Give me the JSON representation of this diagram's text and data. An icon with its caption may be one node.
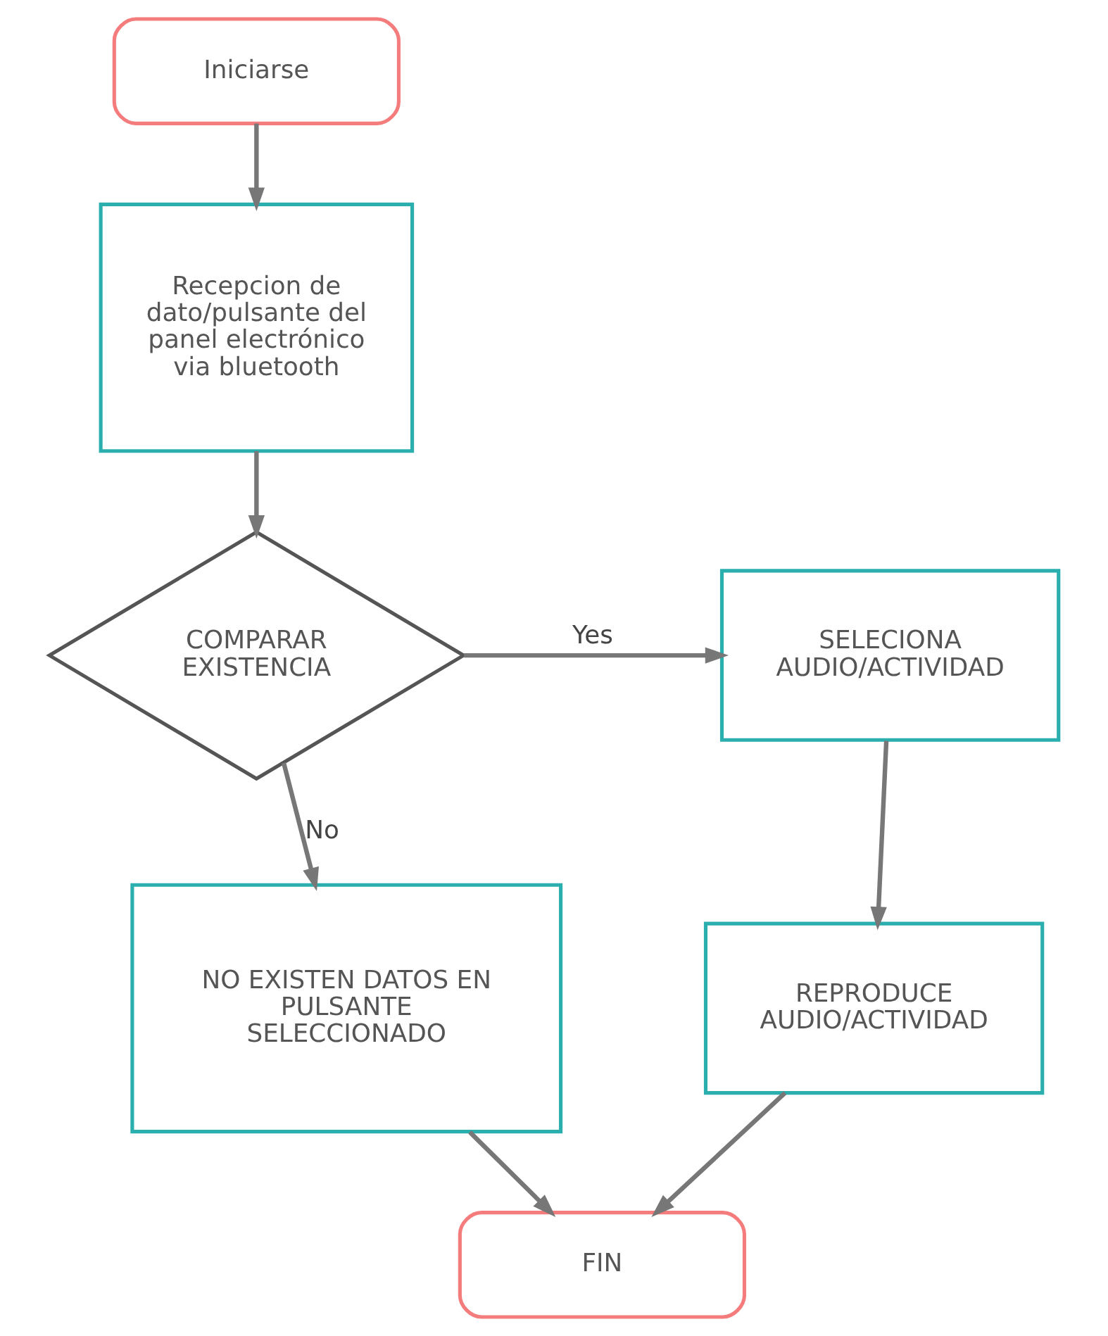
{
  "diagram": {
    "nodes": [
      {
        "text": [
          "Iniciarse"
        ]
      },
      {
        "text": [
          "Recepcion de dato/pulsante del panel electrónico via bluetooth"
        ]
      },
      {
        "text": [
          "COMPARAR EXISTENCIA"
        ]
      },
      {
        "text": [
          "SELECIONA AUDIO/ACTIVIDAD"
        ]
      },
      {
        "text": [
          "REPRODUCE AUDIO/ACTIVIDAD"
        ]
      },
      {
        "text": [
          "NO EXISTEN DATOS EN PULSANTE SELECCIONADO"
        ]
      },
      {
        "text": [
          "FIN"
        ]
      }
    ],
    "edges": [
      {
        "from": 0,
        "to": 1,
        "arrow": "to"
      },
      {
        "from": 1,
        "to": 2,
        "arrow": "to"
      },
      {
        "from": 2,
        "to": 3,
        "arrow": "to",
        "label": "Yes"
      },
      {
        "from": 3,
        "to": 4,
        "arrow": "to"
      },
      {
        "from": 2,
        "to": 5,
        "arrow": "to",
        "label": "No"
      },
      {
        "from": 5,
        "to": 6,
        "arrow": "to"
      },
      {
        "from": 4,
        "to": 6,
        "arrow": "to"
      }
    ]
  }
}
